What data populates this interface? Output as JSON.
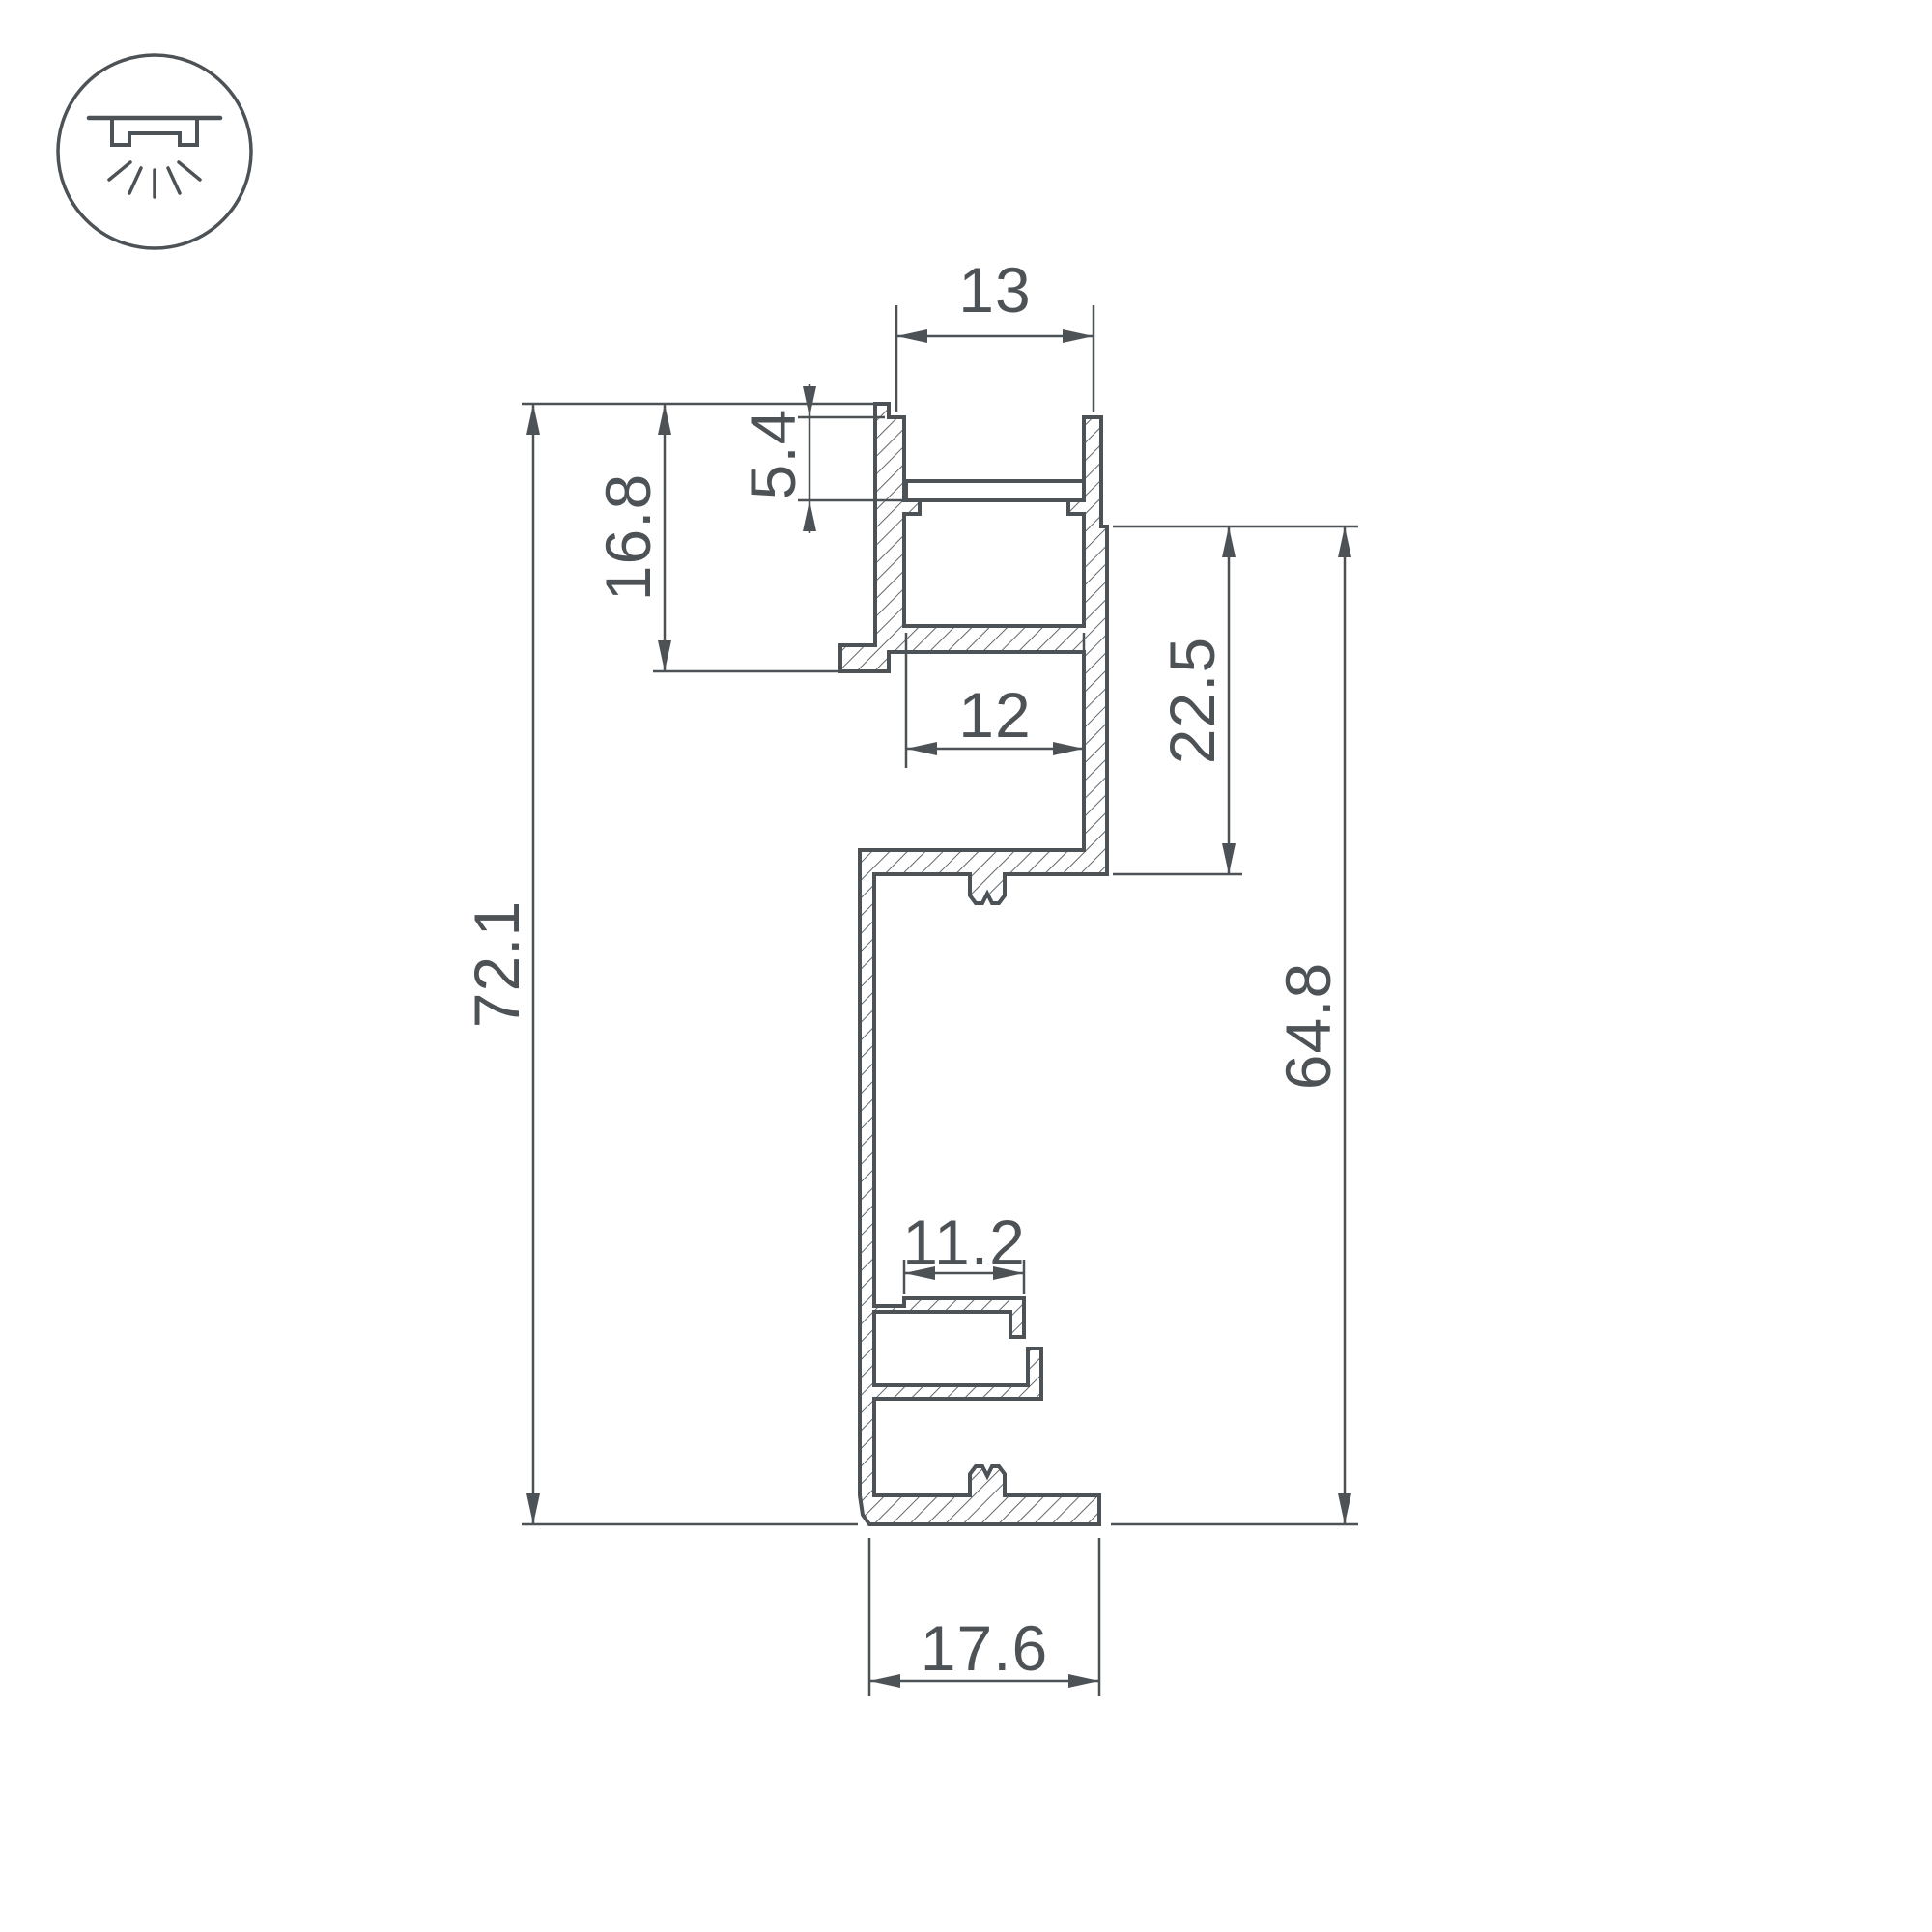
{
  "palette": {
    "background": "#ffffff",
    "line": "#4d5257",
    "text": "#4d5257"
  },
  "icon": {
    "name": "recessed-luminaire-icon"
  },
  "drawing": {
    "dimensions": {
      "top_opening_width": "13",
      "cover_recess_depth": "5.4",
      "flange_height": "16.8",
      "channel_inner_width": "12",
      "upper_body_height": "22.5",
      "overall_height": "72.1",
      "body_height": "64.8",
      "clip_slot_width": "11.2",
      "base_width": "17.6"
    }
  }
}
